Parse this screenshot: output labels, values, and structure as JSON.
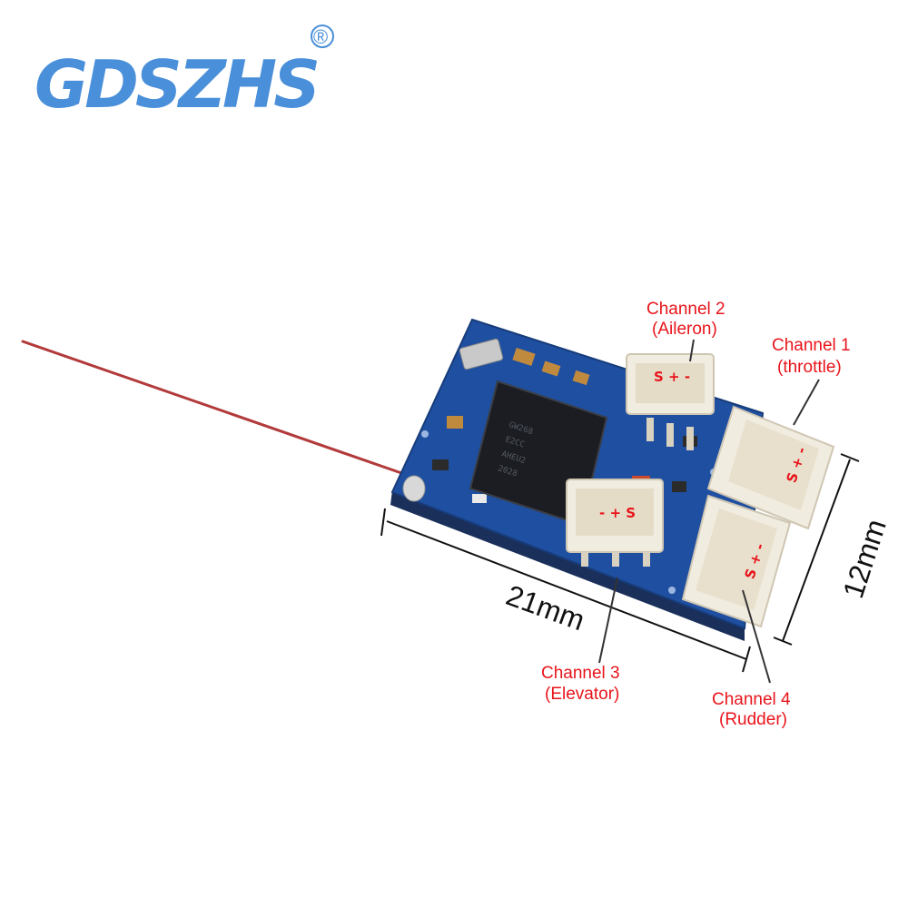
{
  "logo": {
    "text": "GDSZHS",
    "registered_mark": "®",
    "color": "#4a8fd9"
  },
  "chip_marking": [
    "GW268",
    "E2CC",
    "AHEU2",
    "2028"
  ],
  "channels": [
    {
      "id": "ch1",
      "title": "Channel 1",
      "role": "(throttle)",
      "pins": "S + -"
    },
    {
      "id": "ch2",
      "title": "Channel 2",
      "role": "(Aileron)",
      "pins": "S + -"
    },
    {
      "id": "ch3",
      "title": "Channel 3",
      "role": "(Elevator)",
      "pins": "- + S"
    },
    {
      "id": "ch4",
      "title": "Channel 4",
      "role": "(Rudder)",
      "pins": "S + -"
    }
  ],
  "dimensions": {
    "length": "21mm",
    "width": "12mm"
  },
  "colors": {
    "label": "#e8141b",
    "pcb": "#1f4fa0",
    "antenna": "#b23a3a",
    "connector": "#f1ece0"
  }
}
